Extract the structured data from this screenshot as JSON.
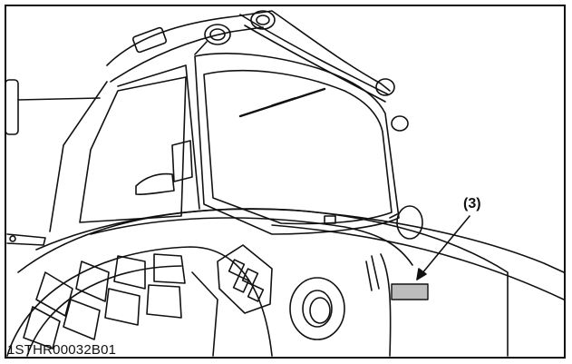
{
  "figure": {
    "callout_label": "(3)",
    "figure_code": "1STHR00032B01"
  },
  "colors": {
    "line": "#111111",
    "background": "#ffffff",
    "label_fill": "#bdbdbd"
  },
  "icons": [
    "tractor-cab-illustration",
    "leader-arrow",
    "decal-label"
  ]
}
